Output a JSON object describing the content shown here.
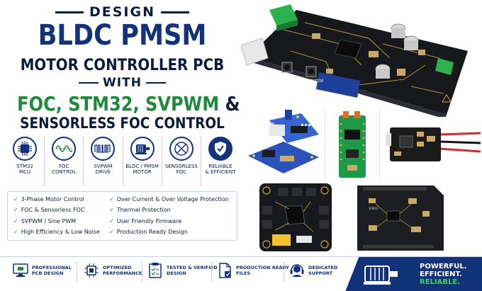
{
  "headline": {
    "design": "DESIGN",
    "main": "BLDC PMSM",
    "sub": "MOTOR CONTROLLER PCB",
    "with": "WITH",
    "foc_part1": "FOC, STM32, SVPWM",
    "foc_part2": " &",
    "sensorless": "SENSORLESS FOC CONTROL"
  },
  "features": [
    {
      "label": "STM32\nMCU",
      "icon": "chip-icon"
    },
    {
      "label": "FOC\nCONTROL",
      "icon": "sine-wave-icon"
    },
    {
      "label": "SVPWM\nDRIVE",
      "icon": "pwm-wave-icon"
    },
    {
      "label": "BLDC / PMSM\nMOTOR",
      "icon": "motor-icon"
    },
    {
      "label": "SENSORLESS\nFOC",
      "icon": "no-sensor-icon"
    },
    {
      "label": "RELIABLE\n& EFFICIENT",
      "icon": "shield-check-icon"
    }
  ],
  "checklist": {
    "left": [
      "3-Phase Motor Control",
      "FOC & Sensorless FOC",
      "SVPWM / Sine PWM",
      "High Efficiency & Low Noise"
    ],
    "right": [
      "Over Current & Over Voltage Protection",
      "Thermal Protection",
      "User Friendly Firmware",
      "Production Ready Design"
    ]
  },
  "board_labels": {
    "reset": "RESET",
    "start_stop": "START/STOP",
    "chip_marking": "STM32"
  },
  "bottom_bar": [
    {
      "label": "PROFESSIONAL\nPCB DESIGN",
      "icon": "monitor-pcb-icon"
    },
    {
      "label": "OPTIMIZED\nPERFORMANCE",
      "icon": "cpu-icon"
    },
    {
      "label": "TESTED & VERIFIED\nDESIGN",
      "icon": "checklist-icon"
    },
    {
      "label": "PRODUCTION READY\nFILES",
      "icon": "document-icon"
    },
    {
      "label": "DEDICATED\nSUPPORT",
      "icon": "headset-icon"
    }
  ],
  "promo": {
    "line1": "POWERFUL.",
    "line2": "EFFICIENT.",
    "line3": "RELIABLE."
  },
  "colors": {
    "navy": "#12327a",
    "dark_text": "#0d1b3e",
    "accent_green": "#1f8a3a",
    "promo_green": "#3fd06b"
  }
}
